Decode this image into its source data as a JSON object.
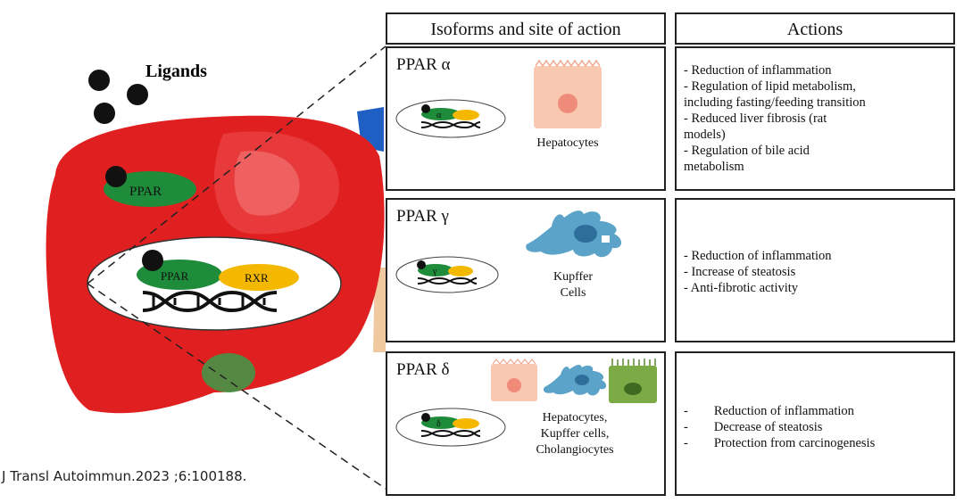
{
  "liver": {
    "ligands_label": "Ligands",
    "ppar_label": "PPAR",
    "complex_ppar_label": "PPAR",
    "complex_rxr_label": "RXR"
  },
  "headers": {
    "isoforms": "Isoforms and site of action",
    "actions": "Actions"
  },
  "rows": [
    {
      "isoform": "PPAR α",
      "symbol": "α",
      "cells": "Hepatocytes",
      "actions": [
        "- Reduction of inflammation",
        "- Regulation of lipid metabolism,",
        "including fasting/feeding transition",
        "- Reduced liver fibrosis (rat",
        "models)",
        "- Regulation of bile acid",
        "metabolism"
      ]
    },
    {
      "isoform": "PPAR γ",
      "symbol": "γ",
      "cells": [
        "Kupffer",
        "Cells"
      ],
      "actions": [
        "- Reduction of inflammation",
        "- Increase of steatosis",
        "- Anti-fibrotic activity"
      ]
    },
    {
      "isoform": "PPAR δ",
      "symbol": "δ",
      "cells": [
        "Hepatocytes,",
        "Kupffer cells,",
        "Cholangiocytes"
      ],
      "actions": [
        "-        Reduction of inflammation",
        "-        Decrease of steatosis",
        "-        Protection from carcinogenesis"
      ]
    }
  ],
  "citation": "J Transl Autoimmun.2023 ;6:100188.",
  "colors": {
    "liver": "#e02020",
    "liver_dark": "#b81818",
    "ppar_green": "#1e8c3a",
    "rxr_yellow": "#f5b800",
    "hepatocyte": "#f9c8b0",
    "kupffer": "#5ba3c8",
    "cholangiocyte": "#7cab45"
  }
}
